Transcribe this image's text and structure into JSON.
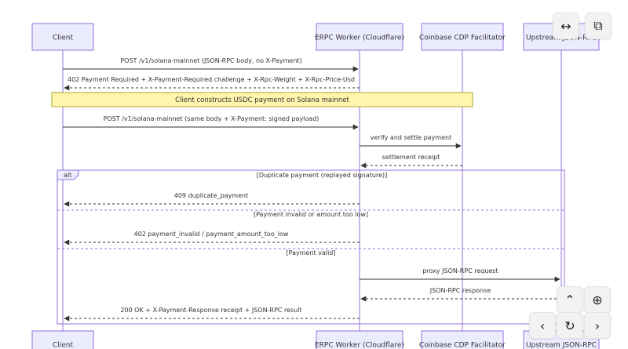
{
  "colors": {
    "actor_fill": "#ececff",
    "actor_stroke": "#9370db",
    "line": "#333333",
    "note_fill": "#fff5ad",
    "note_stroke": "#aaaa33",
    "alt_stroke": "#9370db",
    "lifeline": "#9370db"
  },
  "participants": [
    {
      "id": "client",
      "label": "Client"
    },
    {
      "id": "worker",
      "label": "ERPC Worker (Cloudflare)"
    },
    {
      "id": "facilitator",
      "label": "Coinbase CDP Facilitator"
    },
    {
      "id": "upstream",
      "label": "Upstream JSON-RPC"
    }
  ],
  "messages": [
    {
      "from": "client",
      "to": "worker",
      "style": "solid",
      "label": "POST /v1/solana-mainnet (JSON-RPC body, no X-Payment)"
    },
    {
      "from": "worker",
      "to": "client",
      "style": "dashed",
      "label": "402 Payment Required + X-Payment-Required challenge + X-Rpc-Weight + X-Rpc-Price-Usd"
    },
    {
      "from": "client",
      "to": "worker",
      "style": "solid",
      "label": "POST /v1/solana-mainnet (same body + X-Payment: signed payload)"
    },
    {
      "from": "worker",
      "to": "facilitator",
      "style": "solid",
      "label": "verify and settle payment"
    },
    {
      "from": "facilitator",
      "to": "worker",
      "style": "dashed",
      "label": "settlement receipt"
    },
    {
      "from": "worker",
      "to": "client",
      "style": "dashed",
      "label": "409 duplicate_payment"
    },
    {
      "from": "worker",
      "to": "client",
      "style": "dashed",
      "label": "402 payment_invalid / payment_amount_too_low"
    },
    {
      "from": "worker",
      "to": "upstream",
      "style": "solid",
      "label": "proxy JSON-RPC request"
    },
    {
      "from": "upstream",
      "to": "worker",
      "style": "dashed",
      "label": "JSON-RPC response"
    },
    {
      "from": "worker",
      "to": "client",
      "style": "dashed",
      "label": "200 OK + X-Payment-Response receipt + JSON-RPC result"
    }
  ],
  "note": {
    "label": "Client constructs USDC payment on Solana mainnet"
  },
  "alt": {
    "keyword": "alt",
    "sections": [
      "[Duplicate payment (replayed signature)]",
      "[Payment invalid or amount too low]",
      "[Payment valid]"
    ]
  },
  "controls": [
    {
      "name": "expand-horizontal-button",
      "icon": "expand-horizontal-icon",
      "glyph": "↔"
    },
    {
      "name": "copy-button",
      "icon": "copy-icon",
      "glyph": "⧉"
    },
    {
      "name": "pan-up-button",
      "icon": "chevron-up-icon",
      "glyph": "⌃"
    },
    {
      "name": "zoom-in-button",
      "icon": "zoom-in-icon",
      "glyph": "⊕"
    },
    {
      "name": "pan-left-button",
      "icon": "chevron-left-icon",
      "glyph": "‹"
    },
    {
      "name": "reset-view-button",
      "icon": "reset-icon",
      "glyph": "↻"
    },
    {
      "name": "pan-right-button",
      "icon": "chevron-right-icon",
      "glyph": "›"
    }
  ]
}
